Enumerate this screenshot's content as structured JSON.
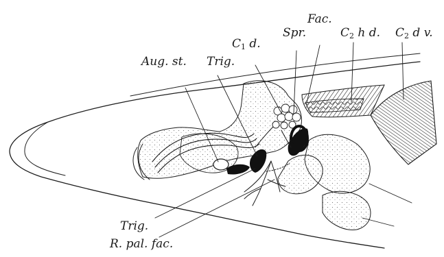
{
  "labels": {
    "fac": "Fac.",
    "spr": "Spr.",
    "c2hd_pre": "C",
    "c2hd_sub": "2",
    "c2hd_post": " h d.",
    "c2dv_pre": "C",
    "c2dv_sub": "2",
    "c2dv_post": " d v.",
    "c1d_pre": "C",
    "c1d_sub": "1",
    "c1d_post": " d.",
    "aug_st": "Aug. st.",
    "trig_top": "Trig.",
    "trig_bottom": "Trig.",
    "r_pal_fac": "R. pal. fac."
  },
  "colors": {
    "ink": "#1c1c1c",
    "stipple": "#6a6a6a",
    "background": "#ffffff"
  }
}
